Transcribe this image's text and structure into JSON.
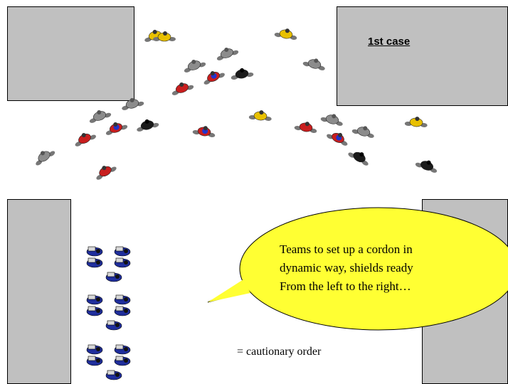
{
  "title": "1st case",
  "callout": {
    "lines": [
      "Teams to set up a cordon in",
      "dynamic way, shields ready",
      "From the left to the right…"
    ]
  },
  "legend_text": "= cautionary  order",
  "colors": {
    "background": "#ffffff",
    "building": "#c0c0c0",
    "callout_fill": "#ffff33",
    "officer_blue": "#1f2e9c",
    "person_yellow": "#e8c000",
    "person_red": "#c81e1e",
    "person_gray": "#8c8c8c",
    "person_black": "#1a1a1a",
    "person_redblue": "#2233cc"
  },
  "crowd": [
    {
      "kind": "yellow"
    },
    {
      "kind": "yellow"
    },
    {
      "kind": "gray"
    },
    {
      "kind": "gray"
    },
    {
      "kind": "gray"
    },
    {
      "kind": "redblue"
    },
    {
      "kind": "black"
    },
    {
      "kind": "red"
    },
    {
      "kind": "gray"
    },
    {
      "kind": "gray"
    },
    {
      "kind": "yellow"
    },
    {
      "kind": "gray"
    },
    {
      "kind": "redblue"
    },
    {
      "kind": "black"
    },
    {
      "kind": "red"
    },
    {
      "kind": "redblue"
    },
    {
      "kind": "red"
    },
    {
      "kind": "gray"
    },
    {
      "kind": "redblue"
    },
    {
      "kind": "gray"
    },
    {
      "kind": "yellow"
    },
    {
      "kind": "red"
    },
    {
      "kind": "black"
    },
    {
      "kind": "black"
    },
    {
      "kind": "yellow"
    }
  ],
  "officer_groups": [
    {
      "count": 5
    },
    {
      "count": 5
    },
    {
      "count": 5
    }
  ]
}
